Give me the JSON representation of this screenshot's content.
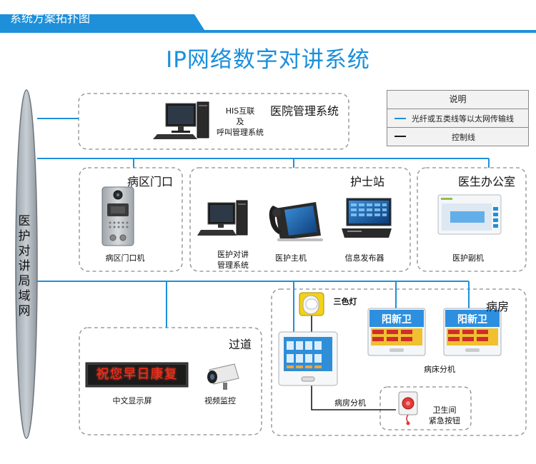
{
  "header": {
    "title": "系统方案拓扑图"
  },
  "diagram": {
    "title": "IP网络数字对讲系统",
    "backbone": {
      "label_chars": [
        "医",
        "护",
        "对",
        "讲",
        "局",
        "域",
        "网"
      ]
    },
    "legend": {
      "title": "说明",
      "items": [
        {
          "label": "光纤或五类线等以太网传输线",
          "color": "#1e90d8"
        },
        {
          "label": "控制线",
          "color": "#1a1a1a"
        }
      ]
    },
    "groups": {
      "hospital_mgmt": {
        "title": "医院管理系统",
        "device_label_lines": [
          "HIS互联",
          "及",
          "呼叫管理系统"
        ]
      },
      "ward_gate": {
        "title": "病区门口",
        "device_label": "病区门口机"
      },
      "nurse_station": {
        "title": "护士站",
        "pc_label_lines": [
          "医护对讲",
          "管理系统"
        ],
        "host_label": "医护主机",
        "publisher_label": "信息发布器"
      },
      "doctor_office": {
        "title": "医生办公室",
        "device_label": "医护副机"
      },
      "corridor": {
        "title": "过道",
        "led_text": "祝您早日康复",
        "led_label": "中文显示屏",
        "camera_label": "视频监控"
      },
      "ward": {
        "title": "病房",
        "lamp_label": "三色灯",
        "bed_screen_text": "阳新卫",
        "bed_unit_label": "病床分机",
        "room_unit_label": "病房分机",
        "toilet_label_lines": [
          "卫生间",
          "紧急按钮"
        ]
      }
    }
  }
}
